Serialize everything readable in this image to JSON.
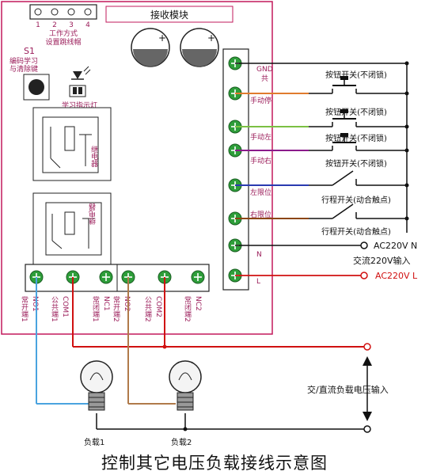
{
  "board": {
    "header_pins": [
      "1",
      "2",
      "3",
      "4"
    ],
    "mode_label_1": "工作方式",
    "mode_label_2": "设置跳线帽",
    "module_title": "接收模块",
    "s1": "S1",
    "s1_desc_1": "编码学习",
    "s1_desc_2": "与清除键",
    "led_label": "学习指示灯",
    "relay1_label": "继电器",
    "relay2_label": "继电器"
  },
  "right_terminals": [
    {
      "label": "GND\n共",
      "l1": "GND",
      "l2": "共"
    },
    {
      "label": "手动停"
    },
    {
      "label": "手动左"
    },
    {
      "label": "手动右"
    },
    {
      "label": "左限位"
    },
    {
      "label": "右限位"
    },
    {
      "label": "N"
    },
    {
      "label": "L"
    }
  ],
  "switches": [
    {
      "label": "按钮开关(不闭锁)"
    },
    {
      "label": "按钮开关(不闭锁)"
    },
    {
      "label": "按钮开关(不闭锁)"
    },
    {
      "label": "按钮开关(不闭锁)"
    },
    {
      "label": "行程开关(动合触点)"
    },
    {
      "label": "行程开关(动合触点)"
    }
  ],
  "ac": {
    "n_label": "AC220V N",
    "input_label": "交流220V输入",
    "l_label": "AC220V L"
  },
  "bottom_terminals": [
    {
      "v": "常开端1",
      "e": "NO1"
    },
    {
      "v": "公共端1",
      "e": "COM1"
    },
    {
      "v": "常闭端1",
      "e": "NC1"
    },
    {
      "v": "常开端2",
      "e": "NO2"
    },
    {
      "v": "公共端2",
      "e": "COM2"
    },
    {
      "v": "常闭端2",
      "e": "NC2"
    }
  ],
  "load": {
    "input_label": "交/直流负载电压输入",
    "load1": "负载1",
    "load2": "负载2"
  },
  "title": "控制其它电压负载接线示意图",
  "colors": {
    "board_border": "#c2185b",
    "terminal_green": "#2e9e3a",
    "wire_orange": "#e07b2e",
    "wire_green": "#7bc043",
    "wire_purple": "#8b1a8b",
    "wire_blue": "#2a3ab0",
    "wire_brown": "#8b4513",
    "wire_red": "#d01010",
    "wire_lightblue": "#4aa3df",
    "wire_tan": "#b07a4a"
  }
}
